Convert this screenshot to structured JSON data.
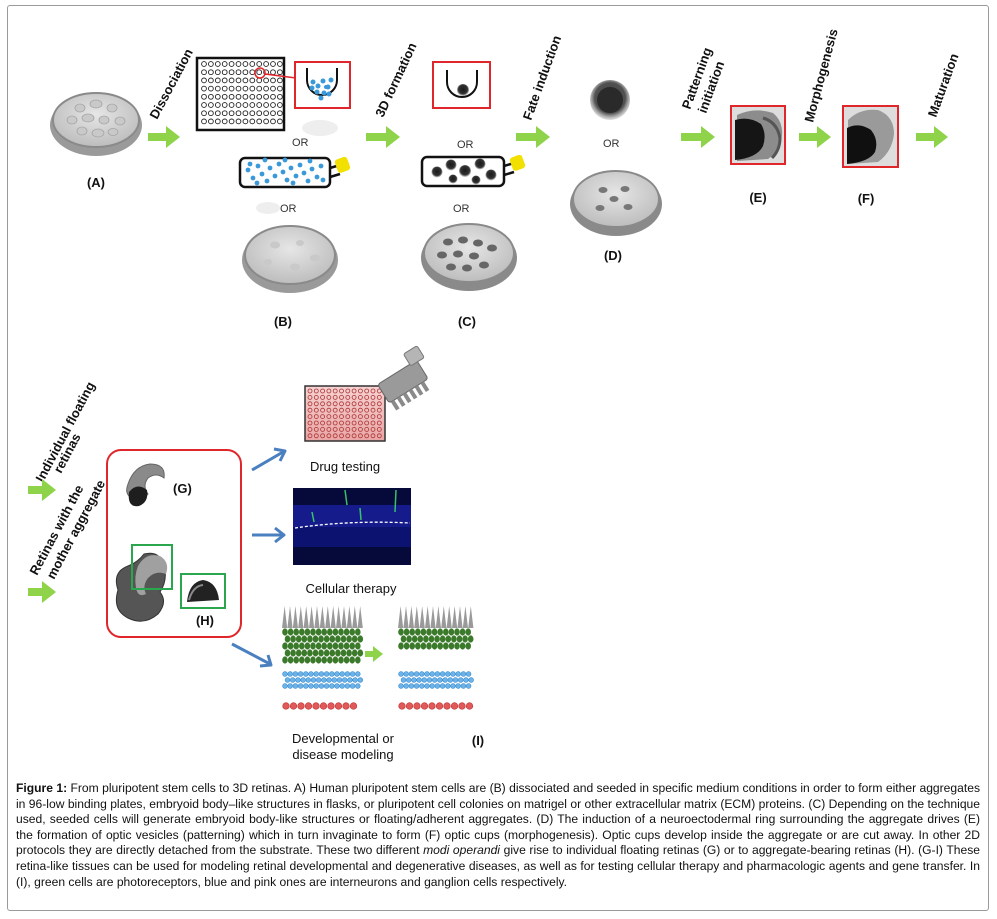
{
  "steps": {
    "dissociation": "Dissociation",
    "formation3d": "3D formation",
    "fate_induction": "Fate induction",
    "patterning_line1": "Patterning",
    "patterning_line2": "initiation",
    "morphogenesis": "Morphogenesis",
    "maturation": "Maturation"
  },
  "panel_labels": {
    "a": "(A)",
    "b": "(B)",
    "c": "(C)",
    "d": "(D)",
    "e": "(E)",
    "f": "(F)",
    "g": "(G)",
    "h": "(H)",
    "i": "(I)"
  },
  "or_text": "OR",
  "branches": {
    "floating_line1": "Individual floating",
    "floating_line2": "retinas",
    "mother_line1": "Retinas with the",
    "mother_line2": "mother aggregate"
  },
  "applications": {
    "drug_testing": "Drug testing",
    "cellular_therapy": "Cellular therapy",
    "modeling_line1": "Developmental or",
    "modeling_line2": "disease modeling"
  },
  "caption": {
    "label": "Figure 1:",
    "text_1": " From pluripotent stem cells to 3D retinas. A) Human pluripotent stem cells are (B) dissociated and seeded in specific medium conditions in order to form either aggregates in 96-low binding plates, embryoid body–like structures in flasks, or pluripotent cell colonies on matrigel or other extracellular matrix (ECM) proteins. (C) Depending on the technique used, seeded cells will generate embryoid body-like structures or floating/adherent aggregates. (D) The induction of a neuroectodermal ring surrounding the aggregate drives (E) the formation of optic vesicles (patterning) which in turn invaginate to form (F) optic cups (morphogenesis). Optic cups develop inside the aggregate or are cut away. In other 2D protocols they are directly detached from the substrate. These two different ",
    "italic": "modi operandi",
    "text_2": " give rise to individual floating retinas (G) or to aggregate-bearing retinas (H). (G-I) These retina-like tissues can be used for modeling retinal developmental and degenerative diseases, as well as for testing cellular therapy and pharmacologic agents and gene transfer. In (I), green cells are photoreceptors, blue and pink ones are interneurons and ganglion cells respectively."
  },
  "colors": {
    "arrow_green": "#8ed34a",
    "arrow_blue": "#4a7fc0",
    "highlight_red": "#e0262a",
    "highlight_green": "#2aa64e",
    "cell_blue": "#3a9ad9",
    "photoreceptor_green": "#3b7a2a",
    "ganglion_pink": "#e05a5a",
    "handle_yellow": "#f2e000"
  }
}
